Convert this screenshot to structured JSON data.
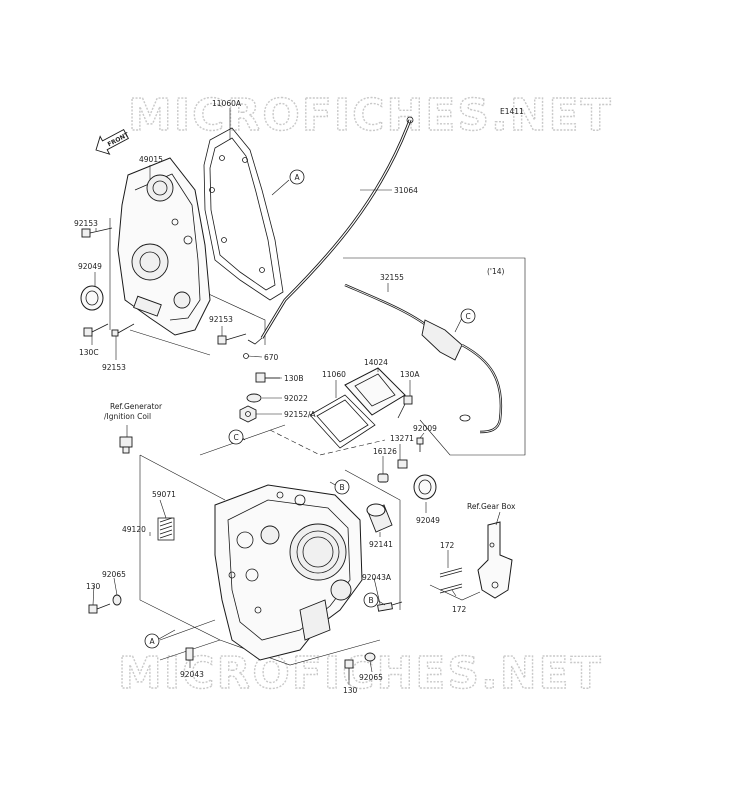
{
  "watermark": "MICROFICHES.NET",
  "diagram_code": "E1411",
  "front_arrow": "FRONT",
  "variant_note": "('14)",
  "refs": {
    "ref_generator": "Ref.Generator",
    "ref_ignition": "/Ignition Coil",
    "ref_gearbox": "Ref.Gear Box"
  },
  "callouts": {
    "a": "A",
    "b": "B",
    "c": "C"
  },
  "parts": {
    "p11060A": "11060A",
    "p49015": "49015",
    "p31064": "31064",
    "p92153_a": "92153",
    "p92049_a": "92049",
    "p130C": "130C",
    "p92153_b": "92153",
    "p92153_c": "92153",
    "p670": "670",
    "p32155": "32155",
    "p130B": "130B",
    "p92022": "92022",
    "p92152A": "92152/A",
    "p11060": "11060",
    "p14024": "14024",
    "p130A": "130A",
    "p92009": "92009",
    "p13271": "13271",
    "p16126": "16126",
    "p92049_b": "92049",
    "p59071": "59071",
    "p49120": "49120",
    "p92141": "92141",
    "p172_a": "172",
    "p92043A": "92043A",
    "p172_b": "172",
    "p92065_a": "92065",
    "p130_a": "130",
    "p92043": "92043",
    "p92065_b": "92065",
    "p130_b": "130"
  }
}
